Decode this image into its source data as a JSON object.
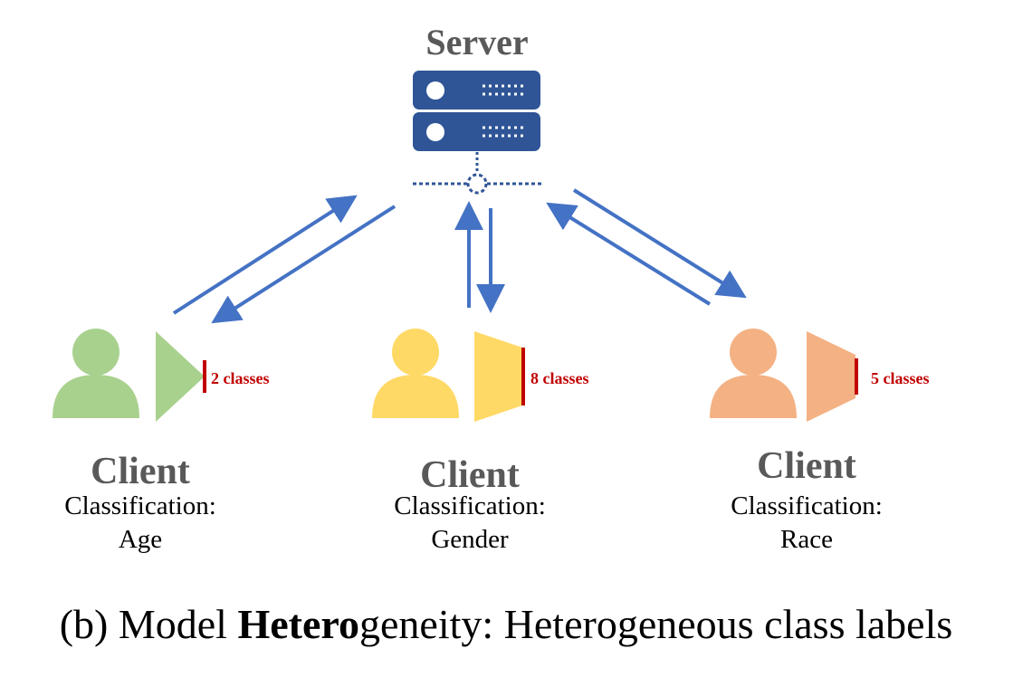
{
  "server": {
    "label": "Server",
    "color": "#2F5597"
  },
  "arrow_color": "#4472C4",
  "class_bar_color": "#C00000",
  "clients": [
    {
      "title": "Client",
      "line1": "Classification:",
      "line2": "Age",
      "classes_label": "2 classes",
      "color": "#A9D18E",
      "icon": "person-icon",
      "model_shape": "triangle"
    },
    {
      "title": "Client",
      "line1": "Classification:",
      "line2": "Gender",
      "classes_label": "8 classes",
      "color": "#FFD966",
      "icon": "person-icon",
      "model_shape": "trapezoid"
    },
    {
      "title": "Client",
      "line1": "Classification:",
      "line2": "Race",
      "classes_label": "5 classes",
      "color": "#F4B183",
      "icon": "person-icon",
      "model_shape": "trapezoid"
    }
  ],
  "caption": {
    "prefix": "(b) Model ",
    "bold": "Hetero",
    "suffix": "geneity: Heterogeneous class labels"
  }
}
